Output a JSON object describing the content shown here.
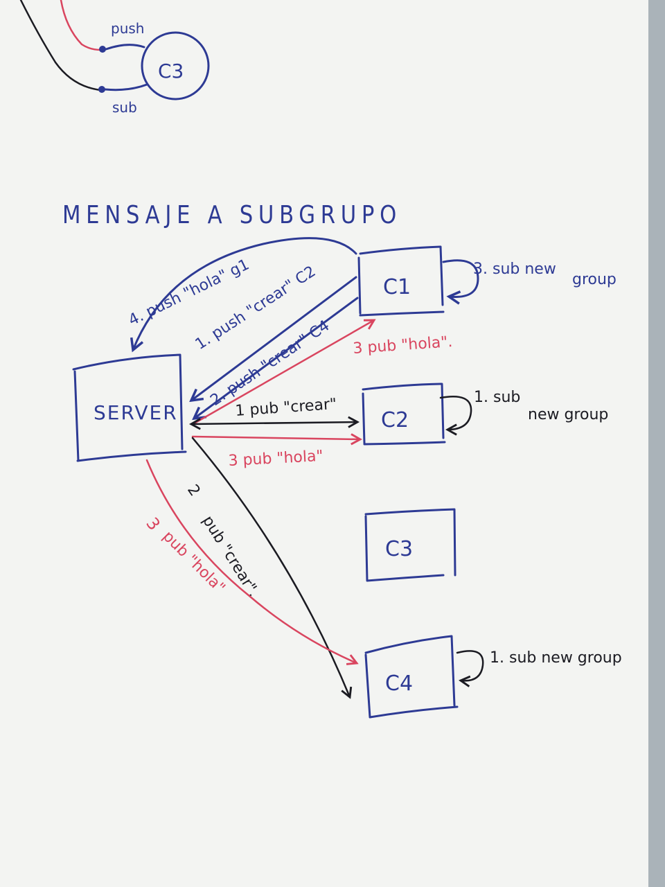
{
  "title": "MENSAJE A SUBGRUPO",
  "colors": {
    "blue": "#2d3a94",
    "red": "#d9455f",
    "black": "#1b1b22",
    "paper": "#f3f4f2"
  },
  "top_fragment": {
    "node": "C3",
    "push_label": "push",
    "sub_label": "sub"
  },
  "nodes": {
    "server": "SERVER",
    "c1": "C1",
    "c2": "C2",
    "c3": "C3",
    "c4": "C4"
  },
  "edges": {
    "push_hola": "4. push \"hola\" g1",
    "push_crear_c2": "1. push \"crear\" C2",
    "push_crear_c4": "2. push \"crear\" C4",
    "pub_hola_c1": "3 pub \"hola\".",
    "pub_crear_c2": "1 pub \"crear\"",
    "pub_hola_c2": "3 pub \"hola\"",
    "pub_crear_c4_num": "2",
    "pub_crear_c4": "pub \"crear\".",
    "pub_hola_c4_num": "3",
    "pub_hola_c4": "pub \"hola\""
  },
  "self_loops": {
    "c1": [
      "3. sub new",
      "group"
    ],
    "c2": [
      "1. sub",
      "new group"
    ],
    "c4": "1. sub new group"
  }
}
